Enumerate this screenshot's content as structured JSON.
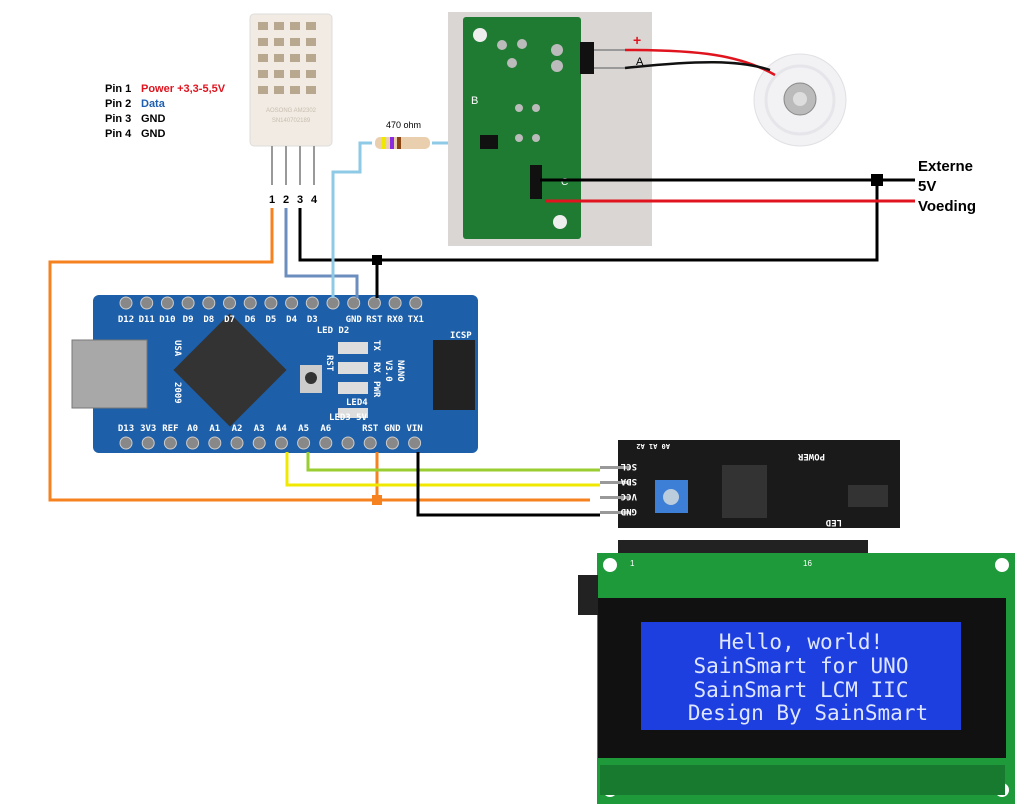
{
  "sensor": {
    "legend": [
      {
        "pin": "Pin 1",
        "desc": "Power +3,3-5,5V",
        "color": "#e0141e"
      },
      {
        "pin": "Pin 2",
        "desc": "Data",
        "color": "#1f5fb0"
      },
      {
        "pin": "Pin 3",
        "desc": "GND",
        "color": "#000000"
      },
      {
        "pin": "Pin 4",
        "desc": "GND",
        "color": "#000000"
      }
    ],
    "pin_numbers": [
      "1",
      "2",
      "3",
      "4"
    ],
    "markings": [
      "AOSONG AM2302",
      "SN140702189"
    ]
  },
  "resistor": {
    "label": "470 ohm"
  },
  "humidifier_board": {
    "labels": [
      "B",
      "+",
      "A",
      "C"
    ]
  },
  "power": {
    "lines": [
      "Externe",
      "5V",
      "Voeding"
    ]
  },
  "nano": {
    "top_pins": [
      "D12",
      "D11",
      "D10",
      "D9",
      "D8",
      "D7",
      "D6",
      "D5",
      "D4",
      "D3",
      "LED D2",
      "GND",
      "RST",
      "RX0",
      "TX1"
    ],
    "bottom_pins": [
      "D13",
      "3V3",
      "REF",
      "A0",
      "A1",
      "A2",
      "A3",
      "A4",
      "A5",
      "A6",
      "LED3 5V",
      "RST",
      "GND",
      "VIN"
    ],
    "board_text": [
      "NANO",
      "V3.0",
      "ICSP",
      "TX",
      "RX",
      "PWR",
      "LED4",
      "RST",
      "USA",
      "2009"
    ]
  },
  "i2c_module": {
    "pins": [
      "SCL",
      "SDA",
      "VCC",
      "GND"
    ],
    "labels": [
      "POWER",
      "LED",
      "A0 A1 A2"
    ]
  },
  "lcd": {
    "lines": [
      "Hello, world!",
      "SainSmart for UNO",
      "SainSmart LCM IIC",
      "Design By SainSmart"
    ],
    "pin_marks": [
      "1",
      "16"
    ]
  },
  "wire_colors": {
    "orange": "#f5821f",
    "data": "#6c8ebf",
    "lightblue": "#8ecae6",
    "black": "#000000",
    "red": "#e0141e",
    "lime": "#9acd32",
    "yellow": "#f0e800"
  }
}
